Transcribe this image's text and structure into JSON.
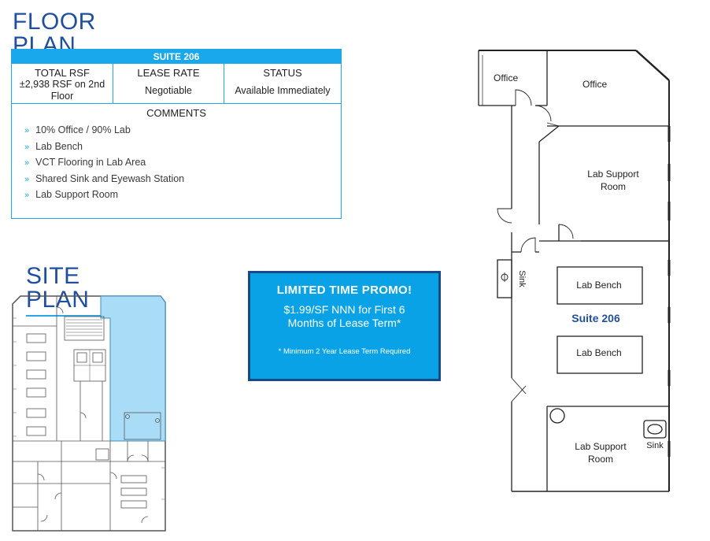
{
  "floor_plan_heading": "FLOOR PLAN",
  "site_plan_heading": "SITE PLAN",
  "suite_table": {
    "title": "SUITE 206",
    "columns": [
      {
        "header": "TOTAL RSF",
        "value_lines": [
          "±2,938 RSF on 2nd",
          "Floor"
        ]
      },
      {
        "header": "LEASE RATE",
        "value_lines": [
          "Negotiable"
        ]
      },
      {
        "header": "STATUS",
        "value_lines": [
          "Available Immediately"
        ]
      }
    ],
    "comments_header": "COMMENTS",
    "comment_marker": "»",
    "comments": [
      "10% Office / 90% Lab",
      "Lab Bench",
      "VCT Flooring in Lab Area",
      "Shared Sink and Eyewash Station",
      "Lab Support Room"
    ]
  },
  "promo": {
    "title": "LIMITED TIME PROMO!",
    "body_lines": [
      "$1.99/SF NNN for First 6",
      "Months of Lease Term*"
    ],
    "footnote": "* Minimum 2 Year Lease Term Required"
  },
  "floor_plan": {
    "labels": {
      "office_small": "Office",
      "office_large": "Office",
      "lab_support_top": [
        "Lab Support",
        "Room"
      ],
      "sink_left": "Sink",
      "lab_bench_1": "Lab Bench",
      "suite": "Suite 206",
      "lab_bench_2": "Lab Bench",
      "lab_support_bottom": [
        "Lab Support",
        "Room"
      ],
      "sink_right": "Sink"
    }
  },
  "colors": {
    "accent": "#19a8ec",
    "heading": "#1f4f9e",
    "promo_border": "#174b86",
    "site_highlight": "#a9dcf6"
  }
}
